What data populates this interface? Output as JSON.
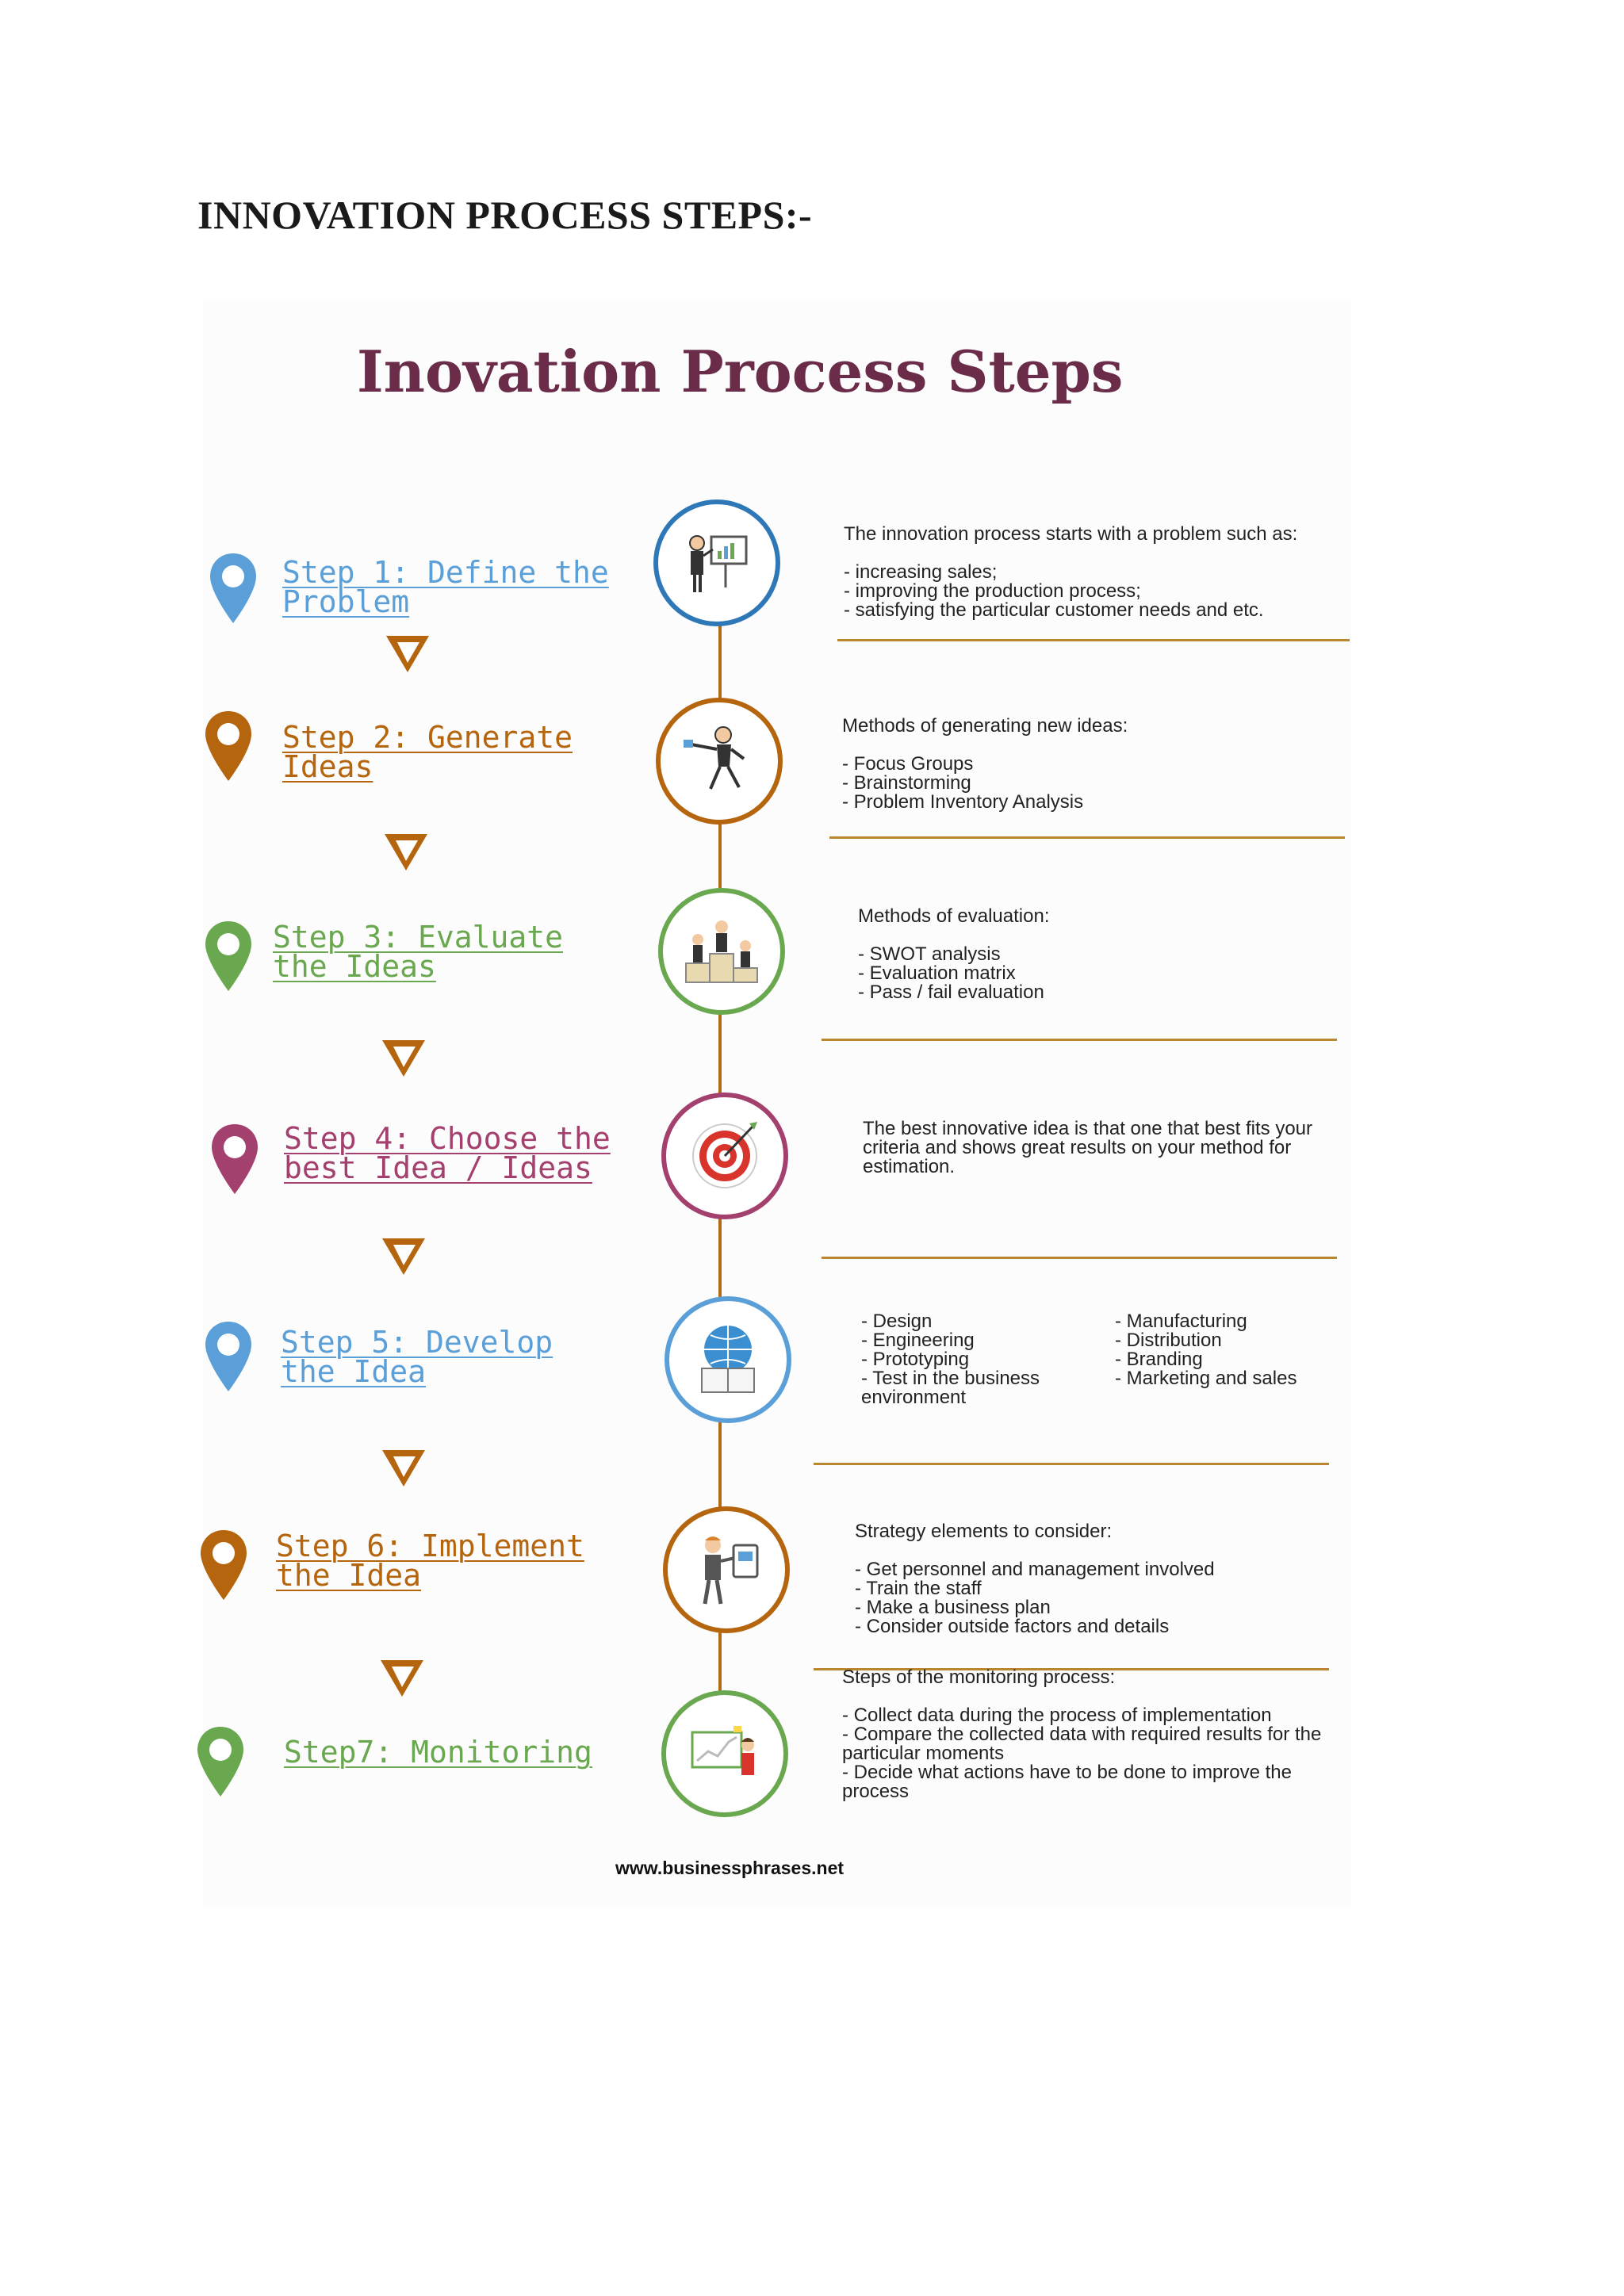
{
  "document_heading": "INNOVATION PROCESS STEPS:-",
  "infographic": {
    "title": "Inovation Process Steps",
    "footer_url": "www.businessphrases.net",
    "colors": {
      "blue": "#5b9fd8",
      "orange": "#b5650e",
      "green": "#6aa84f",
      "purple": "#a4406e",
      "timeline": "#b36a16",
      "title": "#6a2c49"
    },
    "steps": [
      {
        "title": "Step 1: Define the Problem",
        "color": "#5b9fd8",
        "icon": "presentation-board-icon",
        "description_lead": "The innovation process starts with a problem such as:",
        "items": [
          "- increasing sales;",
          "- improving the production process;",
          "- satisfying the particular customer needs and etc."
        ]
      },
      {
        "title": "Step 2: Generate Ideas",
        "color": "#b5650e",
        "icon": "running-man-icon",
        "description_lead": "Methods of generating new ideas:",
        "items": [
          "- Focus Groups",
          "- Brainstorming",
          "- Problem Inventory Analysis"
        ]
      },
      {
        "title": "Step 3: Evaluate the Ideas",
        "color": "#6aa84f",
        "icon": "podium-icon",
        "description_lead": "Methods of evaluation:",
        "items": [
          "- SWOT analysis",
          "- Evaluation matrix",
          "- Pass / fail evaluation"
        ]
      },
      {
        "title": "Step 4: Choose the best Idea / Ideas",
        "color": "#a4406e",
        "icon": "target-icon",
        "description_lead": "The best innovative idea is that one that best fits your criteria and shows great results on your method for estimation.",
        "items": []
      },
      {
        "title": "Step 5: Develop the Idea",
        "color": "#5b9fd8",
        "icon": "globe-book-icon",
        "description_lead": "",
        "items_left": [
          "- Design",
          "- Engineering",
          "- Prototyping",
          "- Test in the business environment"
        ],
        "items_right": [
          "- Manufacturing",
          "- Distribution",
          "- Branding",
          "- Marketing and sales"
        ]
      },
      {
        "title": "Step 6: Implement the Idea",
        "color": "#b5650e",
        "icon": "businessman-tablet-icon",
        "description_lead": "Strategy elements to consider:",
        "items": [
          "- Get personnel and management involved",
          "- Train the staff",
          "- Make a business plan",
          "- Consider outside factors and details"
        ]
      },
      {
        "title": "Step7: Monitoring",
        "color": "#6aa84f",
        "icon": "monitoring-chart-icon",
        "description_lead": "Steps of the monitoring process:",
        "items": [
          "- Collect data during the process of implementation",
          "- Compare the collected data with required results for the particular moments",
          "- Decide what actions have to be done to improve the process"
        ]
      }
    ]
  }
}
